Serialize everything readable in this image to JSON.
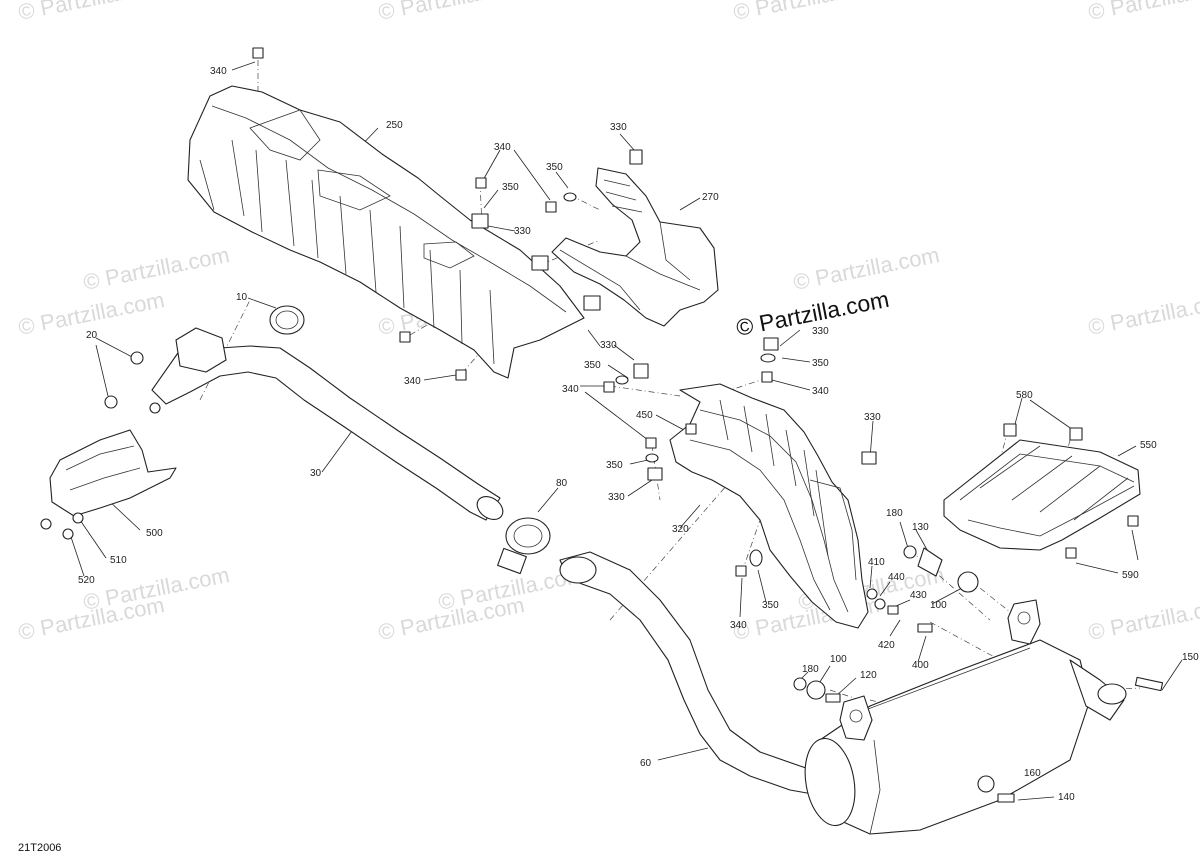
{
  "watermark_text": "© Partzilla.com",
  "copyright": "© Partzilla.com",
  "diagram_code": "21T2006",
  "callouts": [
    "340",
    "250",
    "340",
    "350",
    "350",
    "330",
    "270",
    "330",
    "10",
    "20",
    "30",
    "340",
    "330",
    "350",
    "340",
    "450",
    "350",
    "330",
    "320",
    "330",
    "340",
    "350",
    "580",
    "550",
    "590",
    "500",
    "510",
    "520",
    "80",
    "60",
    "180",
    "130",
    "410",
    "440",
    "430",
    "420",
    "100",
    "400",
    "180",
    "100",
    "120",
    "150",
    "160",
    "140",
    "330",
    "350",
    "340",
    "330"
  ]
}
